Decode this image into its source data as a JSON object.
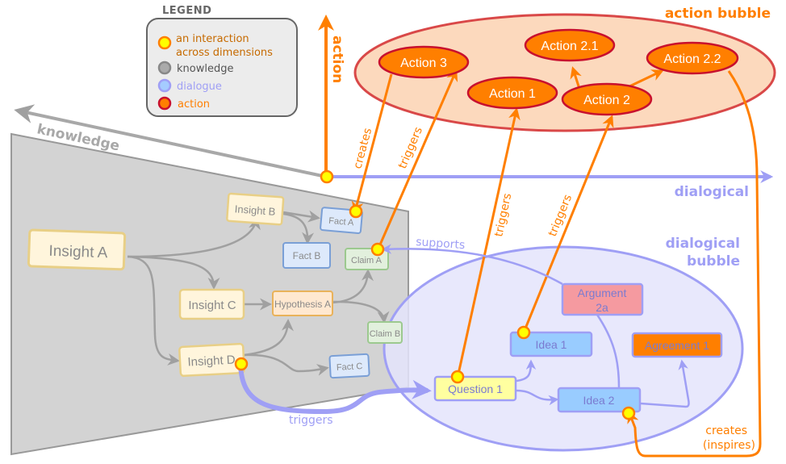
{
  "colors": {
    "action": "#ff7f00",
    "action_dark": "#c8102e",
    "action_bubble_fill": "#fcd9bd",
    "action_bubble_stroke": "#d94848",
    "dialogue": "#9f9ff5",
    "dialogue_bubble_fill": "#e4e4fb",
    "knowledge": "#a8a8a8",
    "knowledge_plane": "#d3d3d3",
    "interaction_fill": "#ffff00",
    "interaction_stroke": "#ff7f00",
    "insight_fill": "#fff5dc",
    "insight_stroke": "#e8cf86",
    "fact_fill": "#dde9fb",
    "fact_stroke": "#7a9fd6",
    "claim_fill": "#e2f0dd",
    "claim_stroke": "#9cc98f",
    "hypothesis_fill": "#ffe8d0",
    "hypothesis_stroke": "#e9b25a",
    "idea_fill": "#99ccff",
    "question_fill": "#ffffa0",
    "argument_fill": "#f59aa0",
    "agreement_fill": "#ff7f00"
  },
  "legend": {
    "title": "LEGEND",
    "items": [
      {
        "id": "interaction",
        "label_line1": "an interaction",
        "label_line2": "across dimensions",
        "text_color": "#c66a00"
      },
      {
        "id": "knowledge",
        "label_line1": "knowledge",
        "text_color": "#555555"
      },
      {
        "id": "dialogue",
        "label_line1": "dialogue",
        "text_color": "#9f9ff5"
      },
      {
        "id": "action",
        "label_line1": "action",
        "text_color": "#ff7f00"
      }
    ]
  },
  "axes": {
    "action": "action",
    "knowledge": "knowledge",
    "dialogical": "dialogical"
  },
  "bubbles": {
    "action": "action bubble",
    "dialogical_line1": "dialogical",
    "dialogical_line2": "bubble"
  },
  "knowledge_nodes": {
    "insight_a": "Insight A",
    "insight_b": "Insight B",
    "insight_c": "Insight C",
    "insight_d": "Insight D",
    "fact_a": "Fact A",
    "fact_b": "Fact B",
    "fact_c": "Fact C",
    "claim_a": "Claim A",
    "claim_b": "Claim B",
    "hypothesis_a": "Hypothesis A"
  },
  "action_nodes": {
    "action_1": "Action 1",
    "action_2": "Action 2",
    "action_2_1": "Action 2.1",
    "action_2_2": "Action 2.2",
    "action_3": "Action 3"
  },
  "dialogue_nodes": {
    "question_1": "Question 1",
    "idea_1": "Idea 1",
    "idea_2": "Idea 2",
    "argument_2a_line1": "Argument",
    "argument_2a_line2": "2a",
    "agreement_1": "Agreement 1"
  },
  "edge_labels": {
    "creates": "creates",
    "triggers_action3": "triggers",
    "triggers_action1": "triggers",
    "triggers_action2": "triggers",
    "supports": "supports",
    "triggers_question": "triggers",
    "creates_inspires_line1": "creates",
    "creates_inspires_line2": "(inspires)"
  }
}
